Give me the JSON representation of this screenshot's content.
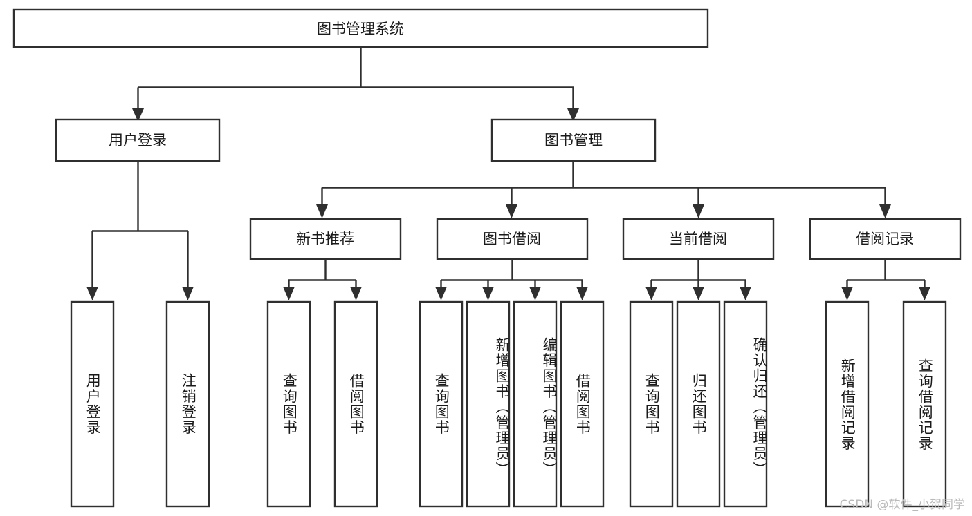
{
  "diagram": {
    "type": "hierarchy-tree",
    "title": "图书管理系统",
    "root": {
      "id": "root",
      "label": "图书管理系统"
    },
    "level1": [
      {
        "id": "user-login",
        "label": "用户登录"
      },
      {
        "id": "book-manage",
        "label": "图书管理"
      }
    ],
    "level2": [
      {
        "id": "new-book-recommend",
        "label": "新书推荐",
        "parent": "book-manage"
      },
      {
        "id": "book-borrow",
        "label": "图书借阅",
        "parent": "book-manage"
      },
      {
        "id": "current-borrow",
        "label": "当前借阅",
        "parent": "book-manage"
      },
      {
        "id": "borrow-record",
        "label": "借阅记录",
        "parent": "book-manage"
      }
    ],
    "leaves": {
      "user-login": [
        {
          "id": "leaf-user-login",
          "label": "用户登录"
        },
        {
          "id": "leaf-user-logout",
          "label": "注销登录"
        }
      ],
      "new-book-recommend": [
        {
          "id": "leaf-query-book-1",
          "label": "查询图书"
        },
        {
          "id": "leaf-borrow-book-1",
          "label": "借阅图书"
        }
      ],
      "book-borrow": [
        {
          "id": "leaf-query-book-2",
          "label": "查询图书"
        },
        {
          "id": "leaf-add-book",
          "label": "新增图书（管理员）"
        },
        {
          "id": "leaf-edit-book",
          "label": "编辑图书（管理员）"
        },
        {
          "id": "leaf-borrow-book-2",
          "label": "借阅图书"
        }
      ],
      "current-borrow": [
        {
          "id": "leaf-query-book-3",
          "label": "查询图书"
        },
        {
          "id": "leaf-return-book",
          "label": "归还图书"
        },
        {
          "id": "leaf-confirm-return",
          "label": "确认归还（管理员）"
        }
      ],
      "borrow-record": [
        {
          "id": "leaf-add-record",
          "label": "新增借阅记录"
        },
        {
          "id": "leaf-query-record",
          "label": "查询借阅记录"
        }
      ]
    }
  },
  "watermark": {
    "text": "CSDN @软件_小贺同学"
  },
  "colors": {
    "stroke": "#2f2f2f",
    "fill": "#ffffff",
    "text": "#1a1a1a",
    "watermark": "#b9b9b9"
  }
}
